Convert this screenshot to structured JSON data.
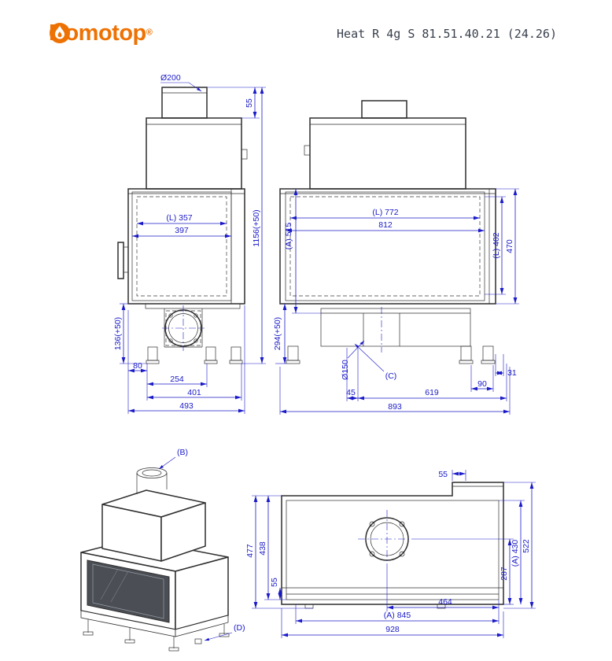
{
  "header": {
    "brand": "Romotop",
    "registered": "®",
    "title": "Heat R 4g S 81.51.40.21 (24.26)"
  },
  "colors": {
    "brand_orange": "#ee7203",
    "dimension_blue": "#1a1ac8",
    "drawing_line": "#2e2e2e"
  },
  "side_view": {
    "chimney_dia": "Ø200",
    "collar_height": "55",
    "glass_width": "(L) 357",
    "door_width": "397",
    "total_height": "1156(+50)",
    "base_height": "136(+50)",
    "dim_80": "80",
    "dim_254": "254",
    "dim_401": "401",
    "dim_493": "493"
  },
  "front_view": {
    "glass_width": "(L) 772",
    "door_width": "812",
    "glass_height": "(L) 402",
    "door_height": "470",
    "dim_a515": "(A) 515",
    "base_height": "294(+50)",
    "flue_dia": "Ø150",
    "ref_c": "(C)",
    "dim_45": "45",
    "dim_619": "619",
    "dim_893": "893",
    "dim_90": "90",
    "dim_31": "31"
  },
  "iso_view": {
    "ref_b": "(B)",
    "ref_d": "(D)"
  },
  "plan_view": {
    "dim_55_rear": "55",
    "dim_477": "477",
    "dim_438": "438",
    "dim_55_front": "55",
    "dim_287": "287",
    "dim_a430": "(A) 430",
    "dim_522": "522",
    "dim_464": "464",
    "dim_a845": "(A) 845",
    "dim_928": "928"
  }
}
